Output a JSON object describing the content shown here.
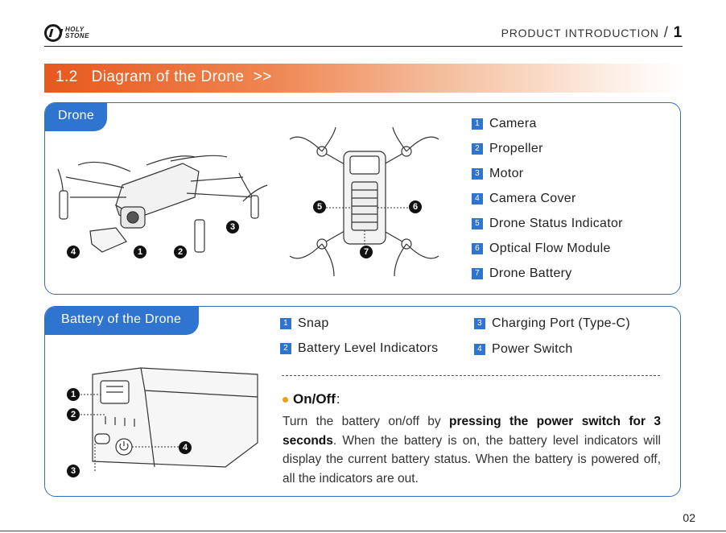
{
  "header": {
    "logo_line1": "HOLY",
    "logo_line2": "STONE",
    "section_label": "PRODUCT INTRODUCTION",
    "separator": "/",
    "page_number": "1"
  },
  "section": {
    "title": "1.2   Diagram of the Drone  >>"
  },
  "drone_panel": {
    "tab": "Drone",
    "items": [
      {
        "num": "1",
        "label": "Camera"
      },
      {
        "num": "2",
        "label": "Propeller"
      },
      {
        "num": "3",
        "label": "Motor"
      },
      {
        "num": "4",
        "label": "Camera Cover"
      },
      {
        "num": "5",
        "label": "Drone Status Indicator"
      },
      {
        "num": "6",
        "label": "Optical Flow Module"
      },
      {
        "num": "7",
        "label": "Drone Battery"
      }
    ],
    "callouts": [
      "1",
      "2",
      "3",
      "4",
      "5",
      "6",
      "7"
    ]
  },
  "battery_panel": {
    "tab": "Battery of the Drone",
    "items": [
      {
        "num": "1",
        "label": "Snap"
      },
      {
        "num": "2",
        "label": "Battery Level Indicators"
      },
      {
        "num": "3",
        "label": "Charging Port (Type-C)"
      },
      {
        "num": "4",
        "label": "Power Switch"
      }
    ],
    "callouts": [
      "1",
      "2",
      "3",
      "4"
    ],
    "onoff_title": "On/Off",
    "onoff_colon": ":",
    "para_1": "Turn the battery on/off by ",
    "para_bold": "pressing the power switch for 3 seconds",
    "para_2": ". When the battery is on, the battery level indicators will display the current battery status. When the battery is powered off, all the indicators are out."
  },
  "footer": {
    "page": "02"
  },
  "colors": {
    "accent_orange": "#e8581f",
    "accent_blue": "#2f74cf",
    "bullet": "#f39c12"
  }
}
